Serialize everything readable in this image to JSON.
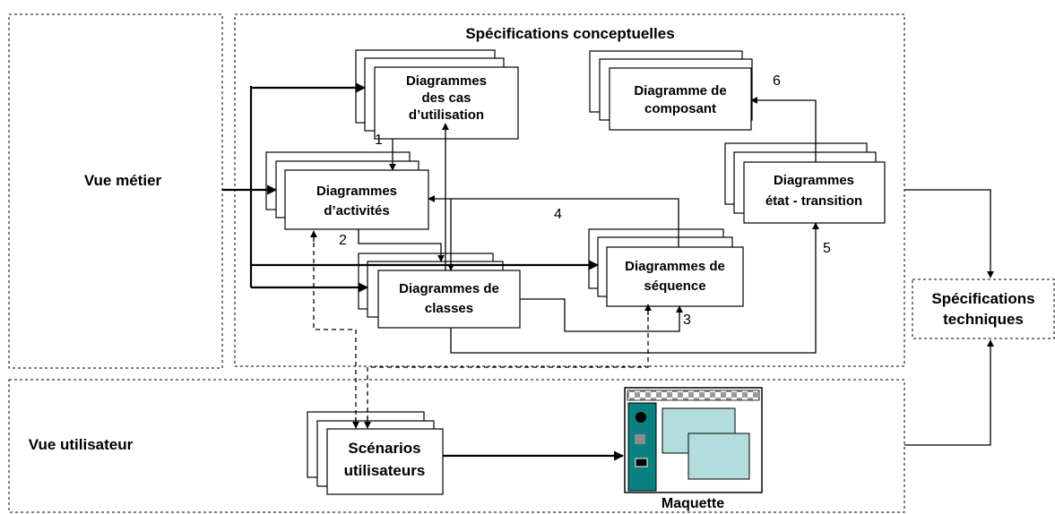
{
  "views": {
    "metier": "Vue métier",
    "utilisateur": "Vue utilisateur"
  },
  "sections": {
    "conceptuelles": "Spécifications conceptuelles",
    "techniques": [
      "Spécifications",
      "techniques"
    ]
  },
  "diagrams": {
    "cas": [
      "Diagrammes",
      "des cas",
      "d’utilisation"
    ],
    "activites": [
      "Diagrammes",
      "d’activités"
    ],
    "classes": [
      "Diagrammes de",
      "classes"
    ],
    "sequence": [
      "Diagrammes de",
      "séquence"
    ],
    "composant": [
      "Diagramme de",
      "composant"
    ],
    "etat": [
      "Diagrammes",
      "état - transition"
    ],
    "scenarios": [
      "Scénarios",
      "utilisateurs"
    ],
    "maquette": "Maquette"
  },
  "step_numbers": [
    "1",
    "2",
    "3",
    "4",
    "5",
    "6"
  ],
  "colors": {
    "maquette_panel": "#0b8080",
    "maquette_window": "#b3dcdc",
    "maquette_titlebar": "#8c8c8c"
  }
}
